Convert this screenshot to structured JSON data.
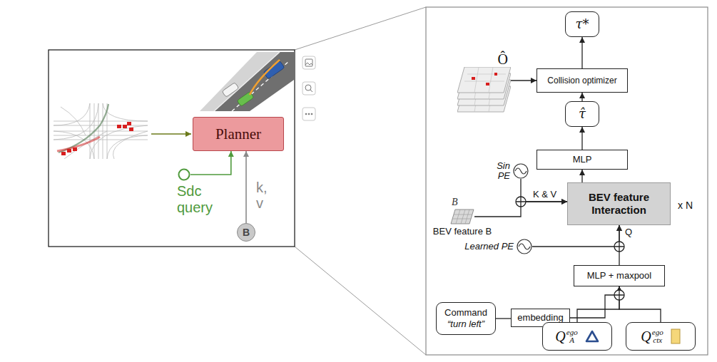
{
  "diagram": {
    "nodes": [
      {
        "text": [
          "Planner"
        ]
      },
      {
        "text": [
          "Sdc query"
        ]
      },
      {
        "text": [
          "B"
        ]
      },
      {
        "text": [
          "τ*"
        ]
      },
      {
        "text": [
          "Ô"
        ]
      },
      {
        "text": [
          "Collision optimizer"
        ]
      },
      {
        "text": [
          "τ̂"
        ]
      },
      {
        "text": [
          "MLP"
        ]
      },
      {
        "text": [
          "Sin PE"
        ]
      },
      {
        "text": [
          "B",
          "BEV feature B"
        ]
      },
      {
        "text": [
          "BEV feature Interaction"
        ]
      },
      {
        "text": [
          "Learned PE"
        ]
      },
      {
        "text": [
          "MLP + maxpool"
        ]
      },
      {
        "text": [
          "Command",
          "“turn left”"
        ]
      },
      {
        "text": [
          "embedding"
        ]
      },
      {
        "text": [
          "Q",
          "ego",
          "A"
        ]
      },
      {
        "text": [
          "Q",
          "ego",
          "ctx"
        ]
      }
    ],
    "edges": [
      {
        "from": 1,
        "to": 0,
        "arrow": "to"
      },
      {
        "from": 2,
        "to": 0,
        "arrow": "to",
        "label": "k, v"
      },
      {
        "from": 15,
        "to": 12,
        "arrow": "to"
      },
      {
        "from": 16,
        "to": 12,
        "arrow": "to"
      },
      {
        "from": 13,
        "to": 14,
        "arrow": "none"
      },
      {
        "from": 14,
        "to": 12,
        "arrow": "to"
      },
      {
        "from": 12,
        "to": 10,
        "arrow": "to",
        "label": "Q"
      },
      {
        "from": 11,
        "to": 10,
        "arrow": "to"
      },
      {
        "from": 9,
        "to": 10,
        "arrow": "to",
        "label": "K & V"
      },
      {
        "from": 8,
        "to": 10,
        "arrow": "to"
      },
      {
        "from": 10,
        "to": 7,
        "arrow": "to"
      },
      {
        "from": 7,
        "to": 6,
        "arrow": "to"
      },
      {
        "from": 6,
        "to": 5,
        "arrow": "to"
      },
      {
        "from": 5,
        "to": 3,
        "arrow": "to"
      },
      {
        "from": 4,
        "to": 5,
        "arrow": "to"
      }
    ],
    "labels": [
      "x N"
    ]
  }
}
